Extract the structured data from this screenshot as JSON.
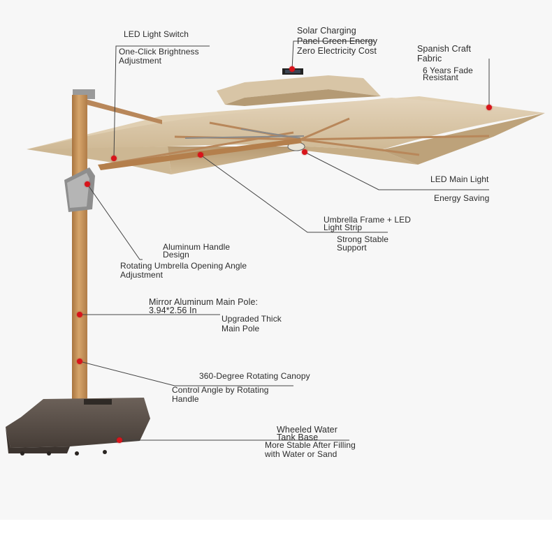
{
  "callouts": {
    "led_switch": {
      "title": "LED Light Switch",
      "line1": "One-Click Brightness",
      "line2": "Adjustment"
    },
    "solar": {
      "line1": "Solar Charging",
      "line2": "Panel Green Energy",
      "line3": "Zero Electricity Cost"
    },
    "fabric": {
      "line1": "Spanish Craft",
      "line2": "Fabric",
      "line3": "6 Years Fade",
      "line4": "Resistant"
    },
    "led_main": {
      "title": "LED Main Light",
      "subtitle": "Energy Saving"
    },
    "frame": {
      "line1": "Umbrella Frame + LED",
      "line2": "Light Strip",
      "line3": "Strong Stable",
      "line4": "Support"
    },
    "handle": {
      "line1": "Aluminum Handle",
      "line2": "Design",
      "line3": "Rotating Umbrella Opening Angle",
      "line4": "Adjustment"
    },
    "pole": {
      "line1": "Mirror Aluminum Main Pole:",
      "line2": "3.94*2.56 In",
      "line3": "Upgraded Thick",
      "line4": "Main Pole"
    },
    "rotate": {
      "line1": "360-Degree Rotating Canopy",
      "line2": "Control Angle by Rotating",
      "line3": "Handle"
    },
    "base": {
      "line1": "Wheeled Water",
      "line2": "Tank Base",
      "line3": "More Stable After Filling",
      "line4": "with Water or Sand"
    }
  },
  "colors": {
    "canopy": "#d9c6a9",
    "canopy_shade": "#bfa784",
    "pole": "#c8965f",
    "base": "#5a4f48",
    "marker": "#d8141b",
    "leader": "#444444"
  }
}
